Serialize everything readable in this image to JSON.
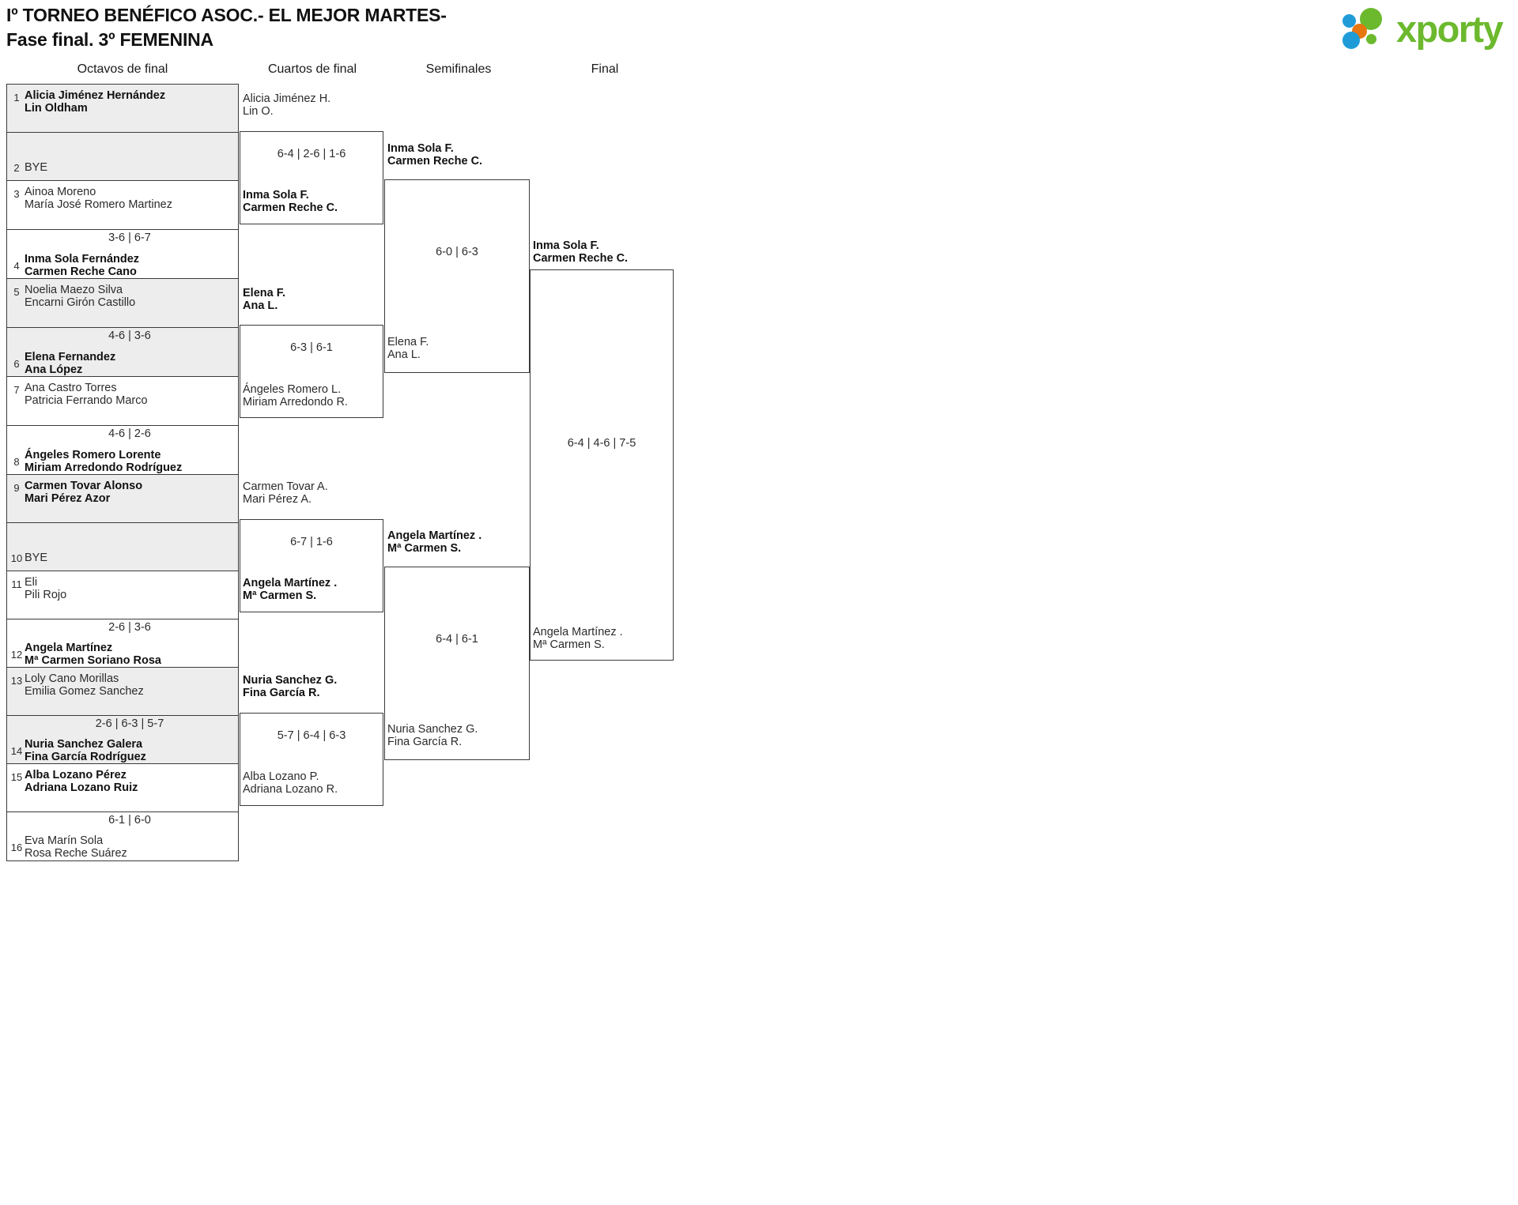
{
  "header": {
    "title": "Iº TORNEO BENÉFICO ASOC.- EL MEJOR MARTES-\nFase final. 3º FEMENINA",
    "logo_word": "xporty",
    "logo_colors": {
      "green": "#6cb92e",
      "blue": "#1f9cd8",
      "orange": "#e8760f"
    }
  },
  "rounds": [
    {
      "label": "Octavos de final"
    },
    {
      "label": "Cuartos de final"
    },
    {
      "label": "Semifinales"
    },
    {
      "label": "Final"
    }
  ],
  "colors": {
    "shade_row": "#ededed",
    "line": "#3a3a3a",
    "text": "#2b2b2b"
  },
  "round1": {
    "slots": [
      {
        "seed": "1",
        "p1": "Alicia Jiménez Hernández",
        "p2": "Lin Oldham",
        "winner": true,
        "shade": true
      },
      {
        "seed": "2",
        "p1": "BYE",
        "p2": "",
        "winner": false,
        "shade": true,
        "bye": true
      },
      {
        "seed": "3",
        "p1": "Ainoa Moreno",
        "p2": "María José Romero Martinez",
        "winner": false,
        "shade": false
      },
      {
        "seed": "4",
        "p1": "Inma Sola Fernández",
        "p2": "Carmen Reche Cano",
        "winner": true,
        "shade": false
      },
      {
        "seed": "5",
        "p1": "Noelia Maezo Silva",
        "p2": "Encarni Girón Castillo",
        "winner": false,
        "shade": true
      },
      {
        "seed": "6",
        "p1": "Elena Fernandez",
        "p2": "Ana López",
        "winner": true,
        "shade": true
      },
      {
        "seed": "7",
        "p1": "Ana Castro Torres",
        "p2": "Patricia Ferrando Marco",
        "winner": false,
        "shade": false
      },
      {
        "seed": "8",
        "p1": "Ángeles Romero Lorente",
        "p2": "Miriam Arredondo Rodríguez",
        "winner": true,
        "shade": false
      },
      {
        "seed": "9",
        "p1": "Carmen Tovar Alonso",
        "p2": "Mari Pérez Azor",
        "winner": true,
        "shade": true
      },
      {
        "seed": "10",
        "p1": "BYE",
        "p2": "",
        "winner": false,
        "shade": true,
        "bye": true
      },
      {
        "seed": "11",
        "p1": "Eli",
        "p2": "Pili Rojo",
        "winner": false,
        "shade": false
      },
      {
        "seed": "12",
        "p1": "Angela Martínez",
        "p2": "Mª Carmen Soriano Rosa",
        "winner": true,
        "shade": false
      },
      {
        "seed": "13",
        "p1": "Loly Cano Morillas",
        "p2": "Emilia Gomez Sanchez",
        "winner": false,
        "shade": true
      },
      {
        "seed": "14",
        "p1": "Nuria Sanchez Galera",
        "p2": "Fina García Rodríguez",
        "winner": true,
        "shade": true
      },
      {
        "seed": "15",
        "p1": "Alba Lozano Pérez",
        "p2": "Adriana Lozano Ruiz",
        "winner": true,
        "shade": false
      },
      {
        "seed": "16",
        "p1": "Eva Marín Sola",
        "p2": "Rosa Reche Suárez",
        "winner": false,
        "shade": false
      }
    ],
    "scores": [
      "",
      "3-6 | 6-7",
      "4-6 | 3-6",
      "4-6 | 2-6",
      "",
      "2-6 | 3-6",
      "2-6 | 6-3 | 5-7",
      "6-1 | 6-0"
    ]
  },
  "round2": {
    "matches": [
      {
        "top_p1": "Alicia Jiménez H.",
        "top_p2": "Lin O.",
        "top_win": false,
        "bot_p1": "Inma Sola F.",
        "bot_p2": "Carmen Reche C.",
        "bot_win": true,
        "score": "6-4 | 2-6 | 1-6"
      },
      {
        "top_p1": "Elena F.",
        "top_p2": "Ana L.",
        "top_win": true,
        "bot_p1": "Ángeles Romero L.",
        "bot_p2": "Miriam Arredondo R.",
        "bot_win": false,
        "score": "6-3 | 6-1"
      },
      {
        "top_p1": "Carmen Tovar A.",
        "top_p2": "Mari Pérez A.",
        "top_win": false,
        "bot_p1": "Angela Martínez .",
        "bot_p2": "Mª Carmen S.",
        "bot_win": true,
        "score": "6-7 | 1-6"
      },
      {
        "top_p1": "Nuria Sanchez G.",
        "top_p2": "Fina García R.",
        "top_win": true,
        "bot_p1": "Alba Lozano P.",
        "bot_p2": "Adriana Lozano R.",
        "bot_win": false,
        "score": "5-7 | 6-4 | 6-3"
      }
    ]
  },
  "round3": {
    "matches": [
      {
        "top_p1": "Inma Sola F.",
        "top_p2": "Carmen Reche C.",
        "top_win": true,
        "bot_p1": "Elena F.",
        "bot_p2": "Ana L.",
        "bot_win": false,
        "score": "6-0 | 6-3"
      },
      {
        "top_p1": "Angela Martínez .",
        "top_p2": "Mª Carmen S.",
        "top_win": true,
        "bot_p1": "Nuria Sanchez G.",
        "bot_p2": "Fina García R.",
        "bot_win": false,
        "score": "6-4 | 6-1"
      }
    ]
  },
  "round4": {
    "match": {
      "top_p1": "Inma Sola F.",
      "top_p2": "Carmen Reche C.",
      "top_win": true,
      "bot_p1": "Angela Martínez .",
      "bot_p2": "Mª Carmen S.",
      "bot_win": false,
      "score": "6-4 | 4-6 | 7-5"
    }
  }
}
